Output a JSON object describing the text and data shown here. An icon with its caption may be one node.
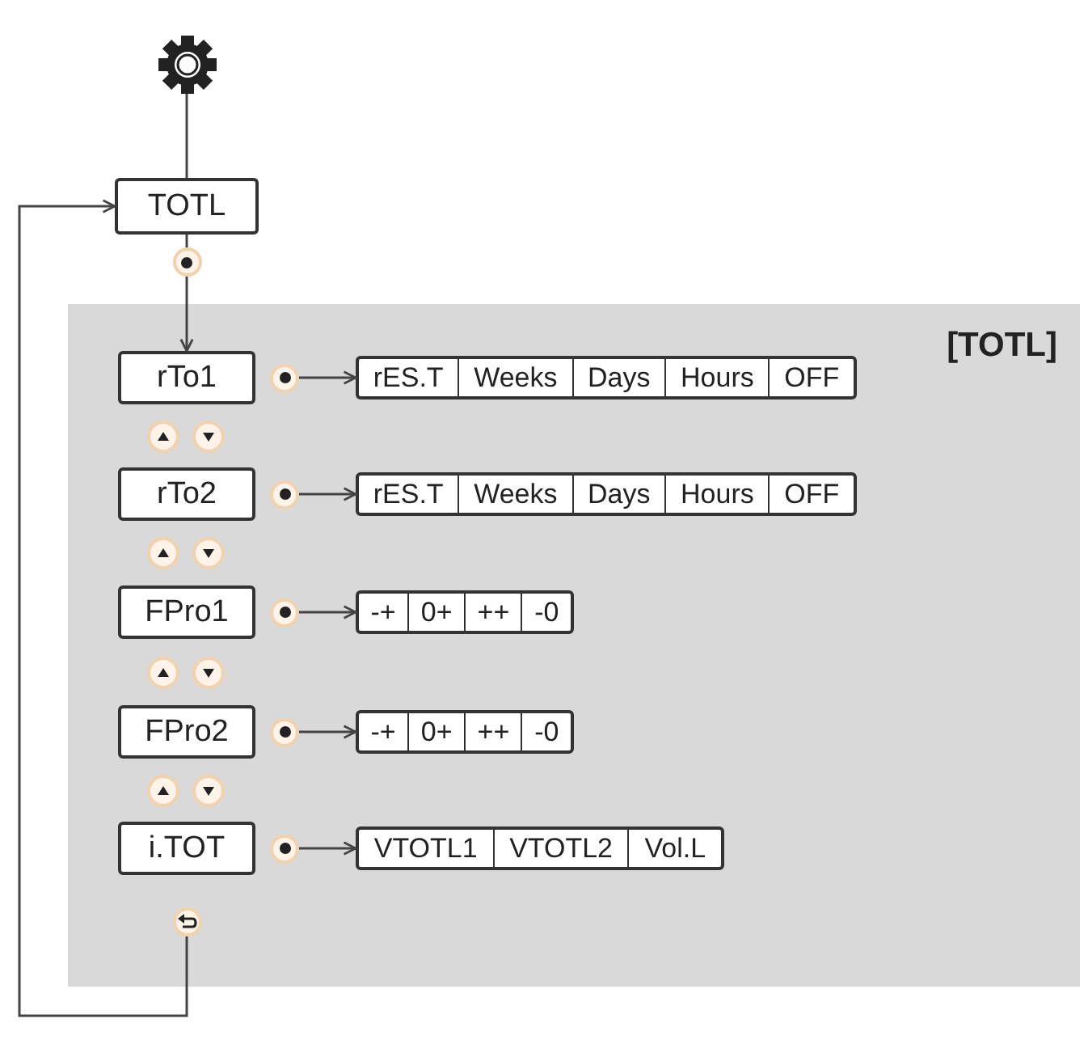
{
  "diagram": {
    "nodes": [
      {
        "text": [],
        "shape": "gear"
      },
      {
        "text": [
          "TOTL"
        ]
      },
      {
        "text": [],
        "shape": "circle"
      },
      {
        "text": [
          "[TOTL]"
        ]
      },
      {
        "text": [
          "rTo1"
        ],
        "in": 3
      },
      {
        "text": [],
        "shape": "circle",
        "in": 3
      },
      {
        "text": [
          "rES.T",
          "Weeks",
          "Days",
          "Hours",
          "OFF"
        ],
        "in": 3
      },
      {
        "text": [
          "rTo2"
        ],
        "in": 3
      },
      {
        "text": [],
        "shape": "circle",
        "in": 3
      },
      {
        "text": [
          "rES.T",
          "Weeks",
          "Days",
          "Hours",
          "OFF"
        ],
        "in": 3
      },
      {
        "text": [
          "FPro1"
        ],
        "in": 3
      },
      {
        "text": [],
        "shape": "circle",
        "in": 3
      },
      {
        "text": [
          "-+",
          "0+",
          "++",
          "-0"
        ],
        "in": 3
      },
      {
        "text": [
          "FPro2"
        ],
        "in": 3
      },
      {
        "text": [],
        "shape": "circle",
        "in": 3
      },
      {
        "text": [
          "-+",
          "0+",
          "++",
          "-0"
        ],
        "in": 3
      },
      {
        "text": [
          "i.TOT"
        ],
        "in": 3
      },
      {
        "text": [],
        "shape": "circle",
        "in": 3
      },
      {
        "text": [
          "VTOTL1",
          "VTOTL2",
          "Vol.L"
        ],
        "in": 3
      },
      {
        "text": [],
        "shape": "circle",
        "in": 3
      }
    ],
    "edges": [
      {
        "from": 0,
        "to": 1,
        "arrow": "none"
      },
      {
        "from": 1,
        "to": 2,
        "arrow": "none"
      },
      {
        "from": 2,
        "to": 4,
        "arrow": "to"
      },
      {
        "from": 5,
        "to": 6,
        "arrow": "to"
      },
      {
        "from": 8,
        "to": 9,
        "arrow": "to"
      },
      {
        "from": 11,
        "to": 12,
        "arrow": "to"
      },
      {
        "from": 14,
        "to": 15,
        "arrow": "to"
      },
      {
        "from": 17,
        "to": 18,
        "arrow": "to"
      },
      {
        "from": 19,
        "to": 1,
        "arrow": "to"
      }
    ]
  }
}
